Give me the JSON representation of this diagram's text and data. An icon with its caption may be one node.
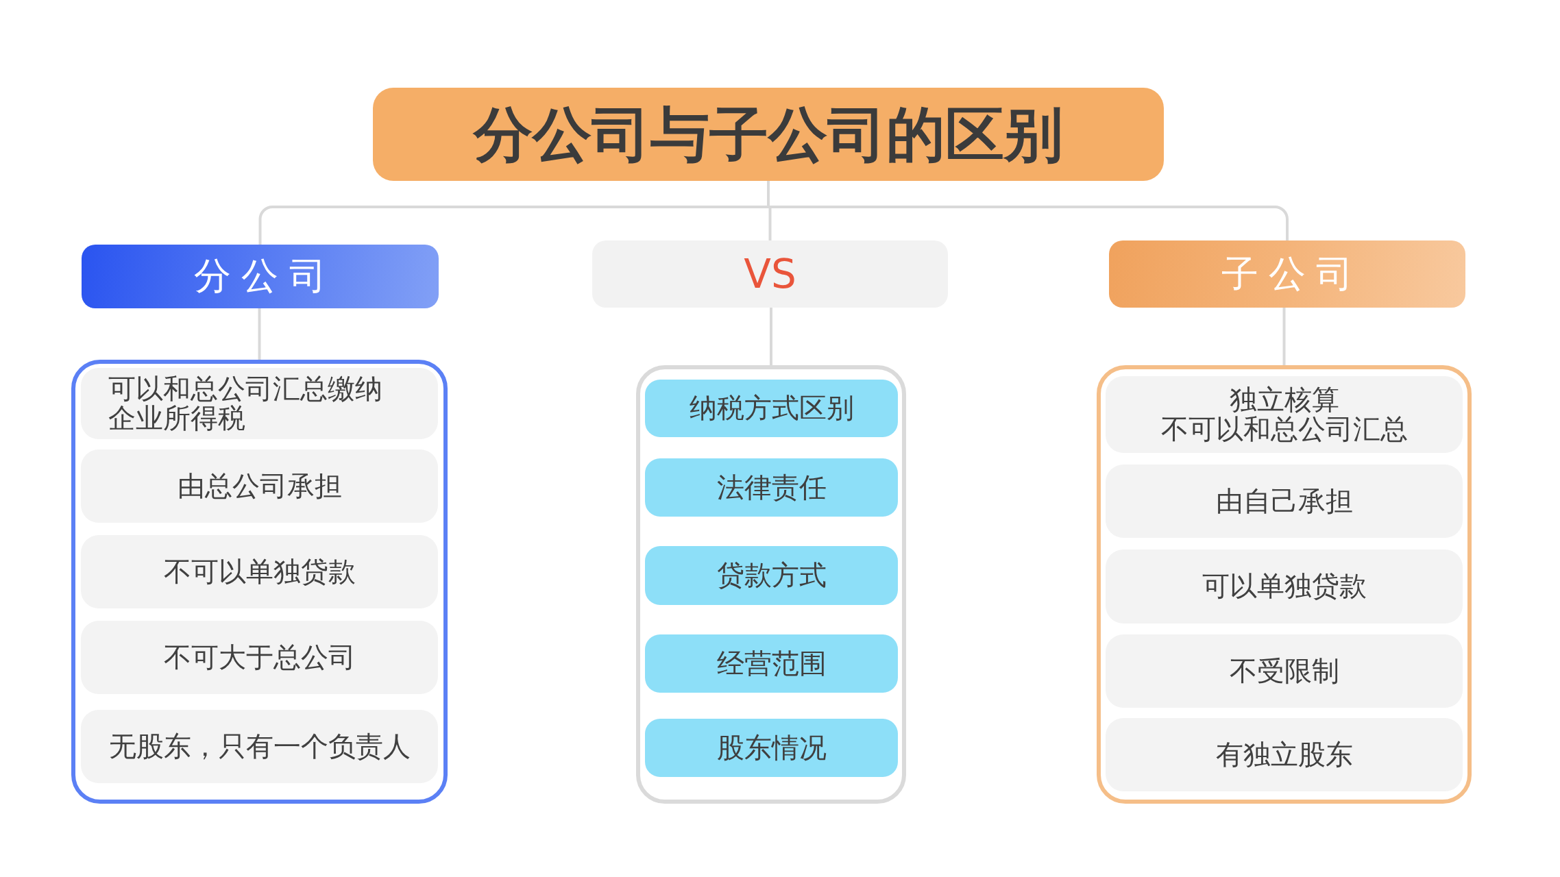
{
  "diagram": {
    "nodes": [
      {
        "text": [
          "分公司与子公司的区别"
        ]
      },
      {
        "text": [
          "分公司"
        ]
      },
      {
        "text": [
          "VS"
        ]
      },
      {
        "text": [
          "子公司"
        ]
      },
      {
        "text": [],
        "shape": "box"
      },
      {
        "text": [
          "可以和总公司汇总缴纳企业所得税"
        ],
        "in": 4
      },
      {
        "text": [
          "由总公司承担"
        ],
        "in": 4
      },
      {
        "text": [
          "不可以单独贷款"
        ],
        "in": 4
      },
      {
        "text": [
          "不可大于总公司"
        ],
        "in": 4
      },
      {
        "text": [
          "无股东，只有一个负责人"
        ],
        "in": 4
      },
      {
        "text": [],
        "shape": "box"
      },
      {
        "text": [
          "纳税方式区别"
        ],
        "in": 10
      },
      {
        "text": [
          "法律责任"
        ],
        "in": 10
      },
      {
        "text": [
          "贷款方式"
        ],
        "in": 10
      },
      {
        "text": [
          "经营范围"
        ],
        "in": 10
      },
      {
        "text": [
          "股东情况"
        ],
        "in": 10
      },
      {
        "text": [],
        "shape": "box"
      },
      {
        "text": [
          "独立核算",
          "不可以和总公司汇总"
        ],
        "in": 16
      },
      {
        "text": [
          "由自己承担"
        ],
        "in": 16
      },
      {
        "text": [
          "可以单独贷款"
        ],
        "in": 16
      },
      {
        "text": [
          "不受限制"
        ],
        "in": 16
      },
      {
        "text": [
          "有独立股东"
        ],
        "in": 16
      }
    ],
    "edges": [
      {
        "from": 0,
        "to": 1,
        "arrow": "none"
      },
      {
        "from": 0,
        "to": 2,
        "arrow": "none"
      },
      {
        "from": 0,
        "to": 3,
        "arrow": "none"
      },
      {
        "from": 1,
        "to": 4,
        "arrow": "none"
      },
      {
        "from": 2,
        "to": 10,
        "arrow": "none"
      },
      {
        "from": 3,
        "to": 16,
        "arrow": "none"
      }
    ]
  }
}
